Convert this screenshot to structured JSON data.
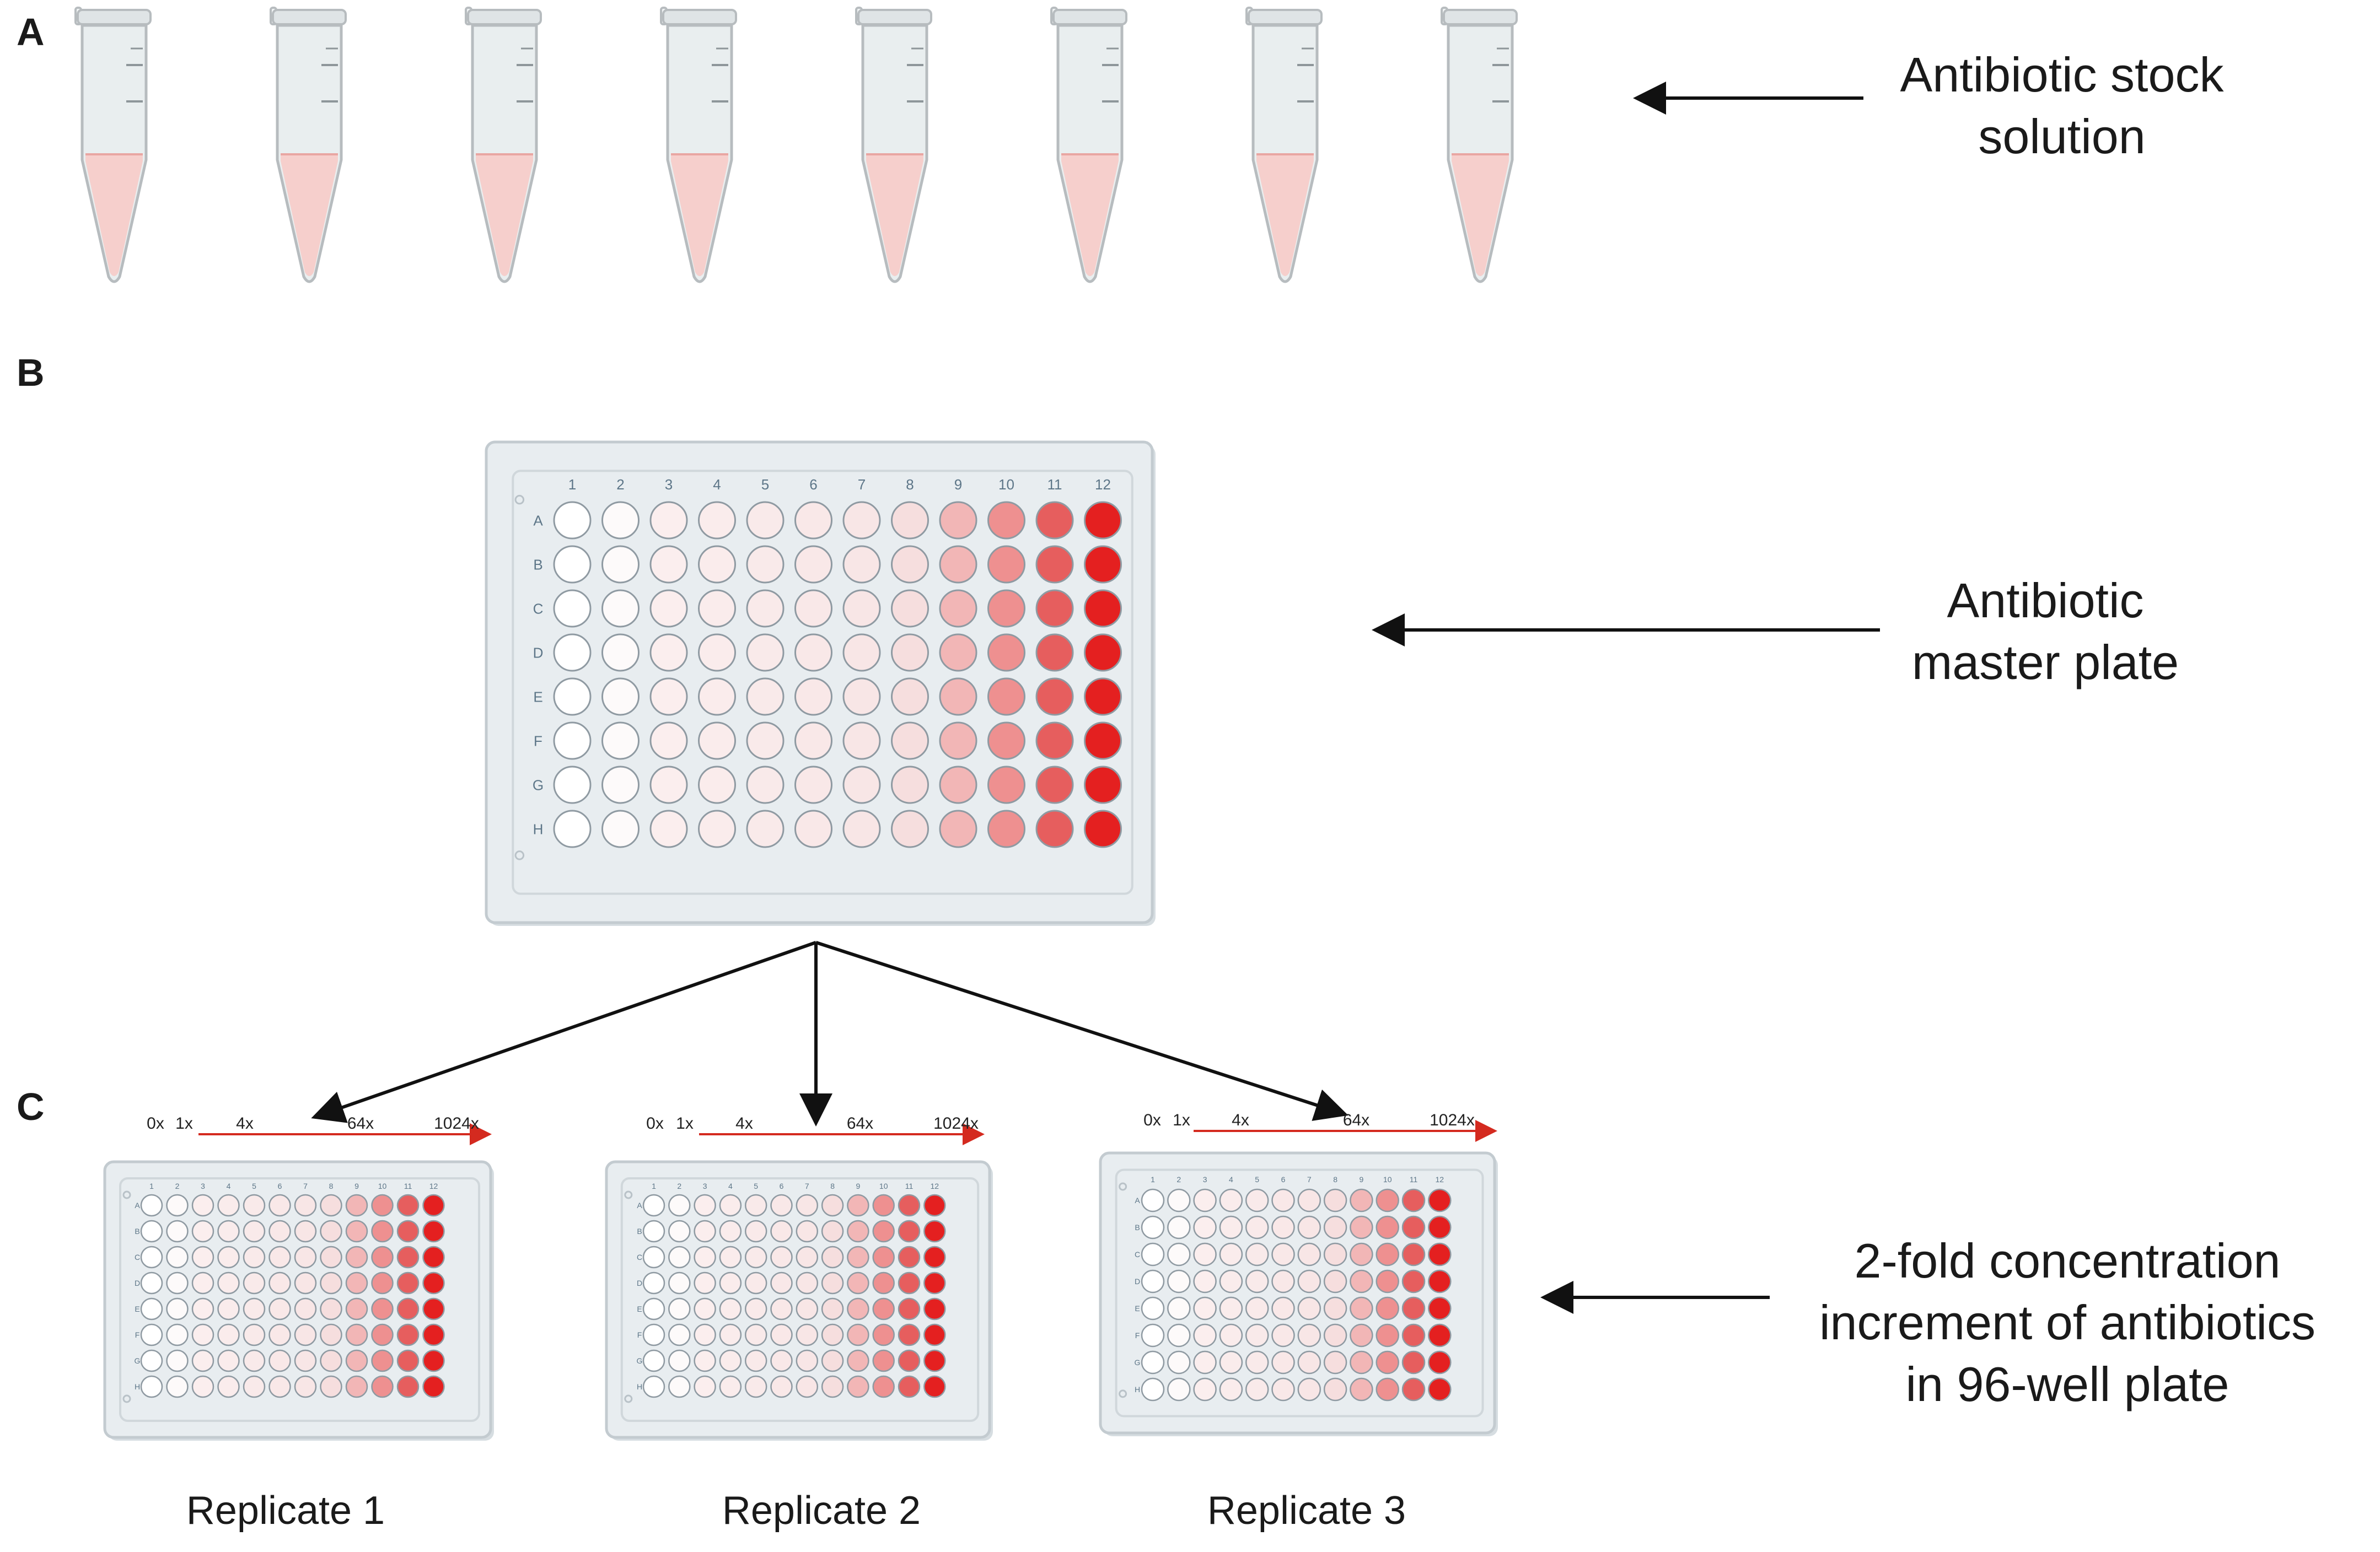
{
  "panels": {
    "a": {
      "letter": "A",
      "label_lines": [
        "Antibiotic stock",
        "solution"
      ],
      "tube_count": 8
    },
    "b": {
      "letter": "B",
      "label_lines": [
        "Antibiotic",
        "master plate"
      ]
    },
    "c": {
      "letter": "C",
      "label_lines": [
        "2-fold concentration",
        "increment of antibiotics",
        "in 96-well plate"
      ],
      "concentration_markers": [
        "0x",
        "1x",
        "4x",
        "64x",
        "1024x"
      ],
      "replicates": [
        "Replicate 1",
        "Replicate 2",
        "Replicate 3"
      ]
    }
  },
  "plate": {
    "columns": [
      "1",
      "2",
      "3",
      "4",
      "5",
      "6",
      "7",
      "8",
      "9",
      "10",
      "11",
      "12"
    ],
    "rows": [
      "A",
      "B",
      "C",
      "D",
      "E",
      "F",
      "G",
      "H"
    ],
    "column_fill_colors": [
      "#ffffff",
      "#fdfafa",
      "#fbeeee",
      "#faecec",
      "#f9eaea",
      "#f9e8e8",
      "#f8e6e6",
      "#f6dede",
      "#f2b6b6",
      "#ee9090",
      "#e65e5e",
      "#e42020"
    ]
  },
  "colors": {
    "tube_liquid": "#f6cfcc",
    "tube_body": "#e9eeef",
    "tube_outline": "#b7bcbf",
    "plate_body": "#e8edf0",
    "plate_outline": "#c3cbd0",
    "well_outline": "#8f9aa2",
    "label_text": "#5d7688",
    "arrow_black": "#111111",
    "arrow_red": "#d42a1f"
  }
}
